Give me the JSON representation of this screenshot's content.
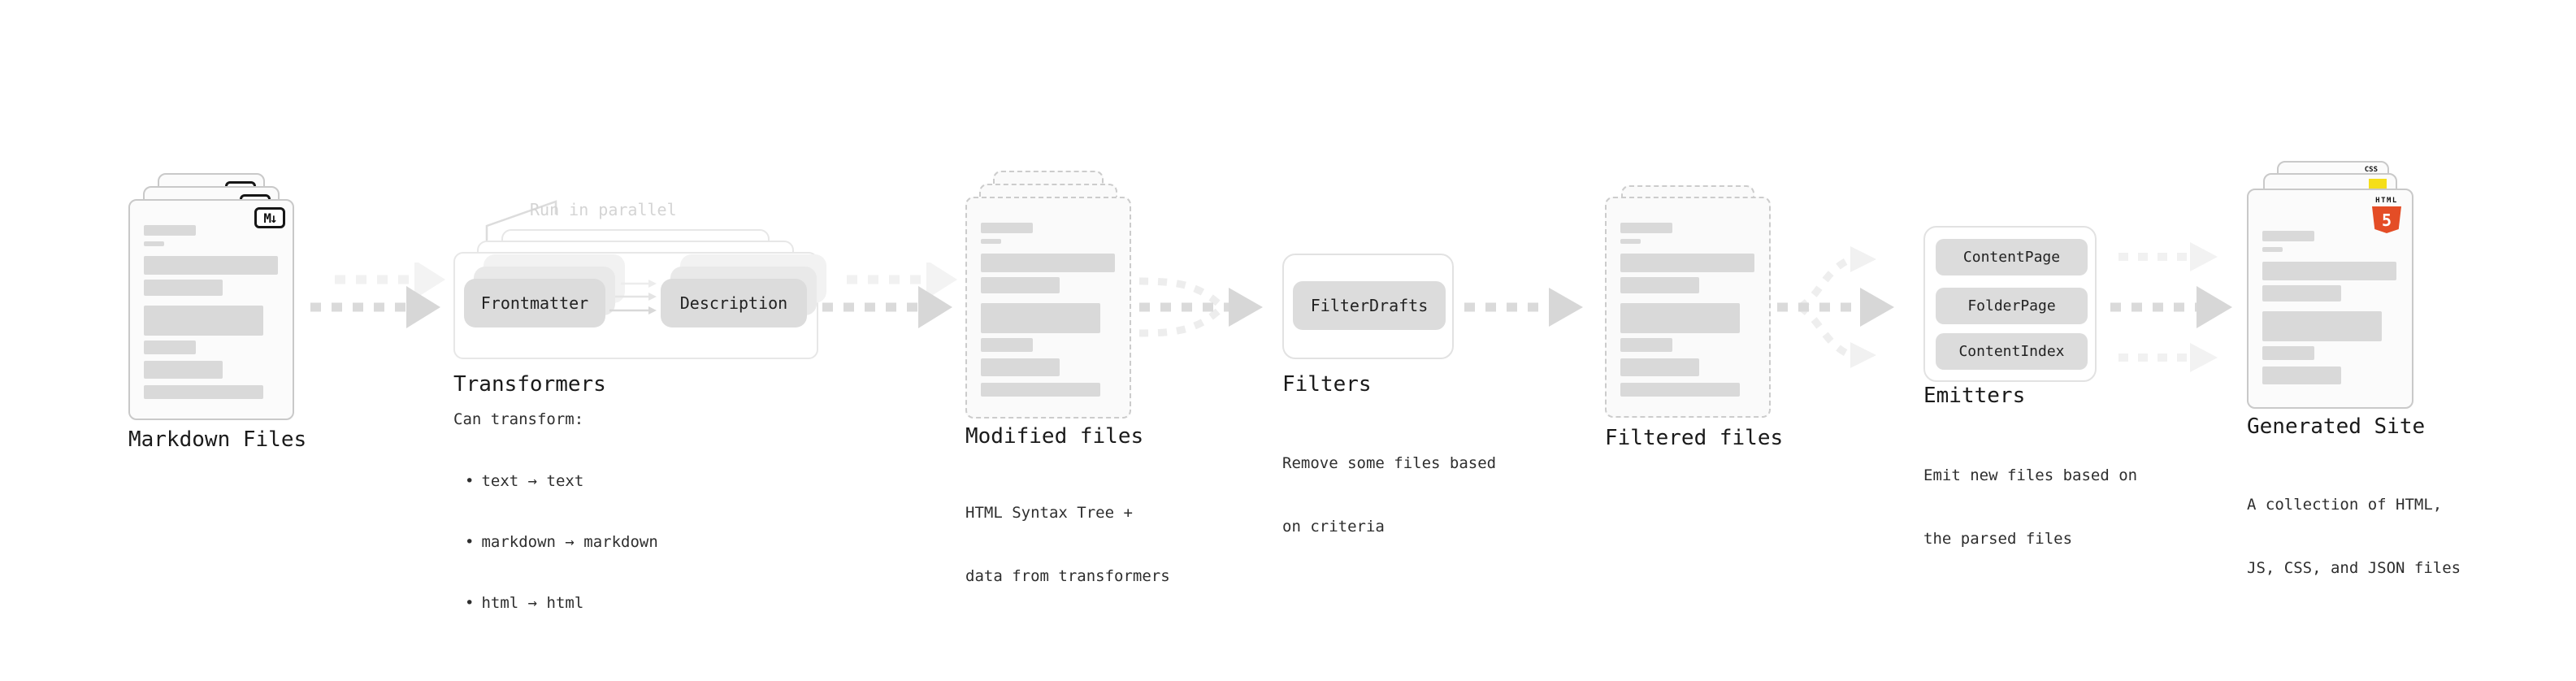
{
  "diagram": {
    "markdown": {
      "title": "Markdown Files",
      "badge": "M↓"
    },
    "transformers": {
      "note": "Run in parallel",
      "pill_a": "Frontmatter",
      "pill_b": "Description",
      "title": "Transformers",
      "desc_heading": "Can transform:",
      "bullet_char": "•",
      "bullets": [
        "text → text",
        "markdown → markdown",
        "html → html"
      ]
    },
    "modified": {
      "title": "Modified files",
      "subtitle": [
        "HTML Syntax Tree +",
        "data from transformers"
      ]
    },
    "filters": {
      "title": "Filters",
      "pill": "FilterDrafts",
      "subtitle": [
        "Remove some files based",
        "on criteria"
      ]
    },
    "filtered": {
      "title": "Filtered files"
    },
    "emitters": {
      "title": "Emitters",
      "pills": [
        "ContentPage",
        "FolderPage",
        "ContentIndex"
      ],
      "subtitle": [
        "Emit new files based on",
        "the parsed files"
      ]
    },
    "generated": {
      "title": "Generated Site",
      "subtitle": [
        "A collection of HTML,",
        "JS, CSS, and JSON files"
      ],
      "badge_css": "CSS",
      "badge_html_word": "HTML",
      "badge_html_num": "5"
    }
  },
  "colors": {
    "html5_orange": "#e44d26",
    "js_yellow": "#f5de19",
    "css_blue": "#2962ff"
  }
}
